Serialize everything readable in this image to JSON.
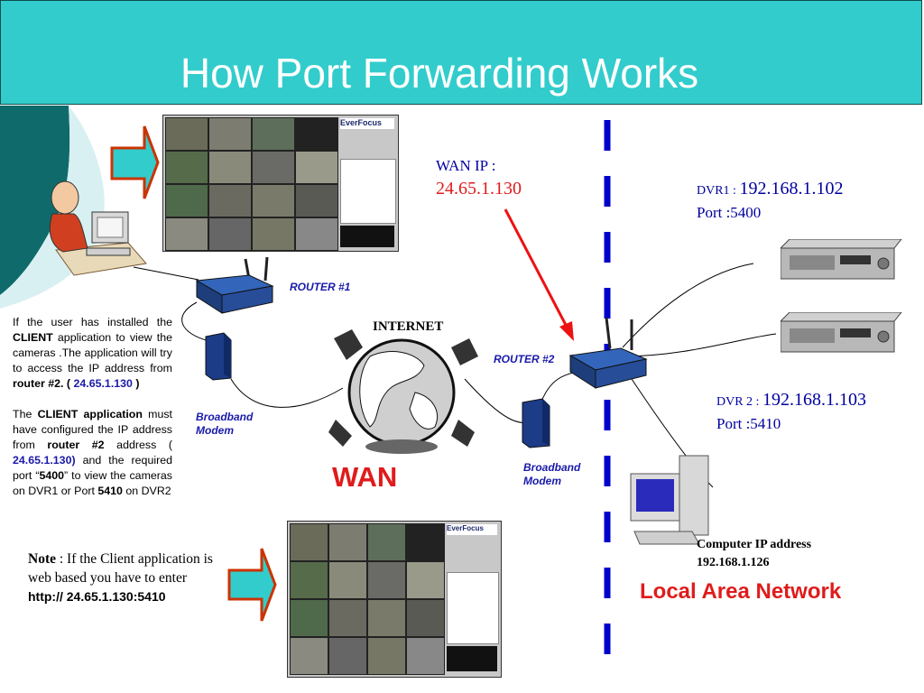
{
  "title": "How Port Forwarding Works",
  "labels": {
    "router1": "ROUTER #1",
    "router2": "ROUTER #2",
    "internet": "INTERNET",
    "wan": "WAN",
    "modem1_line1": "Broadband",
    "modem1_line2": "Modem",
    "modem2_line1": "Broadband",
    "modem2_line2": "Modem",
    "wan_ip_label": "WAN  IP :",
    "wan_ip_value": "24.65.1.130",
    "dvr1_label": "DVR1 : ",
    "dvr1_ip": "192.168.1.102",
    "dvr1_port": "Port :5400",
    "dvr2_label": "DVR 2 : ",
    "dvr2_ip": "192.168.1.103",
    "dvr2_port": "Port :5410",
    "computer_line1": "Computer  IP address",
    "computer_line2": "192.168.1.126",
    "lan": "Local Area Network",
    "everfocus": "EverFocus"
  },
  "client_text": {
    "p1_a": "If the user has installed the ",
    "p1_client": "CLIENT",
    "p1_b": " application to view the cameras .The application will try to access the IP address from ",
    "p1_router": "router #2.",
    "p1_c": "  ( ",
    "p1_ip": "24.65.1.130",
    "p1_d": " )",
    "p2_a": "The ",
    "p2_client": "CLIENT application",
    "p2_b": " must have configured the IP address from ",
    "p2_router": "router #2",
    "p2_c": " address ( ",
    "p2_ip": "24.65.1.130)",
    "p2_d": " and the required port “",
    "p2_port": "5400",
    "p2_e": "” to view the cameras on DVR1 or Port ",
    "p2_port2": "5410",
    "p2_f": " on DVR2"
  },
  "note": {
    "label": "Note",
    "text": " : If the Client application is web based you have to enter ",
    "url": "http:// 24.65.1.130:5410"
  },
  "colors": {
    "title_bg": "#33cccc",
    "arrow_fill": "#33cccc",
    "arrow_border": "#cc3300",
    "wan_red": "#e01b1b",
    "dash_blue": "#0000cc",
    "lan_red": "#e01b1b"
  }
}
